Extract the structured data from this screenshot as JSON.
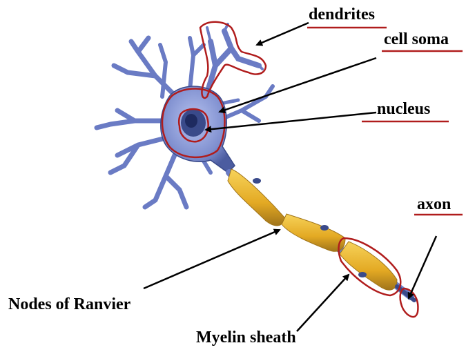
{
  "labels": {
    "dendrites": "dendrites",
    "cell_soma": "cell soma",
    "nucleus": "nucleus",
    "axon": "axon",
    "nodes_of_ranvier": "Nodes of Ranvier",
    "myelin_sheath": "Myelin sheath"
  },
  "colors": {
    "neuron_body": "#7f8fcf",
    "neuron_dark": "#3a4a8a",
    "myelin": "#e8b62c",
    "myelin_dark": "#a0741a",
    "highlight_outline": "#b01c1c",
    "arrow": "#000000"
  }
}
